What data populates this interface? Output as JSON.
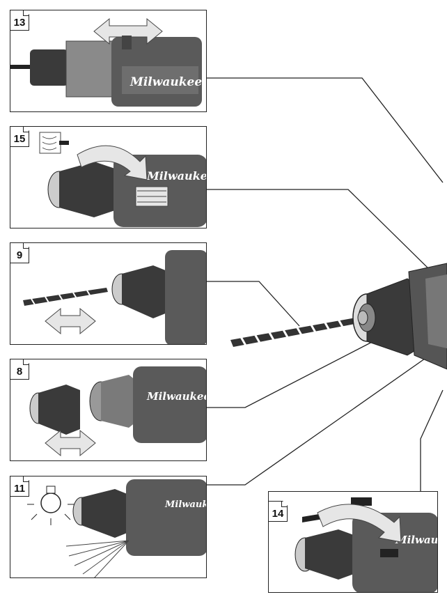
{
  "steps": [
    {
      "number": "13",
      "brand": "Milwaukee"
    },
    {
      "number": "15",
      "brand": "Milwaukee"
    },
    {
      "number": "9"
    },
    {
      "number": "8",
      "brand": "Milwaukee"
    },
    {
      "number": "11",
      "brand": "Milwaukee"
    },
    {
      "number": "14",
      "brand": "Milwaukee"
    }
  ],
  "colors": {
    "line": "#222222",
    "body": "#6b6b6b",
    "chuck": "#3a3a3a",
    "arrow": "#e6e6e6"
  }
}
